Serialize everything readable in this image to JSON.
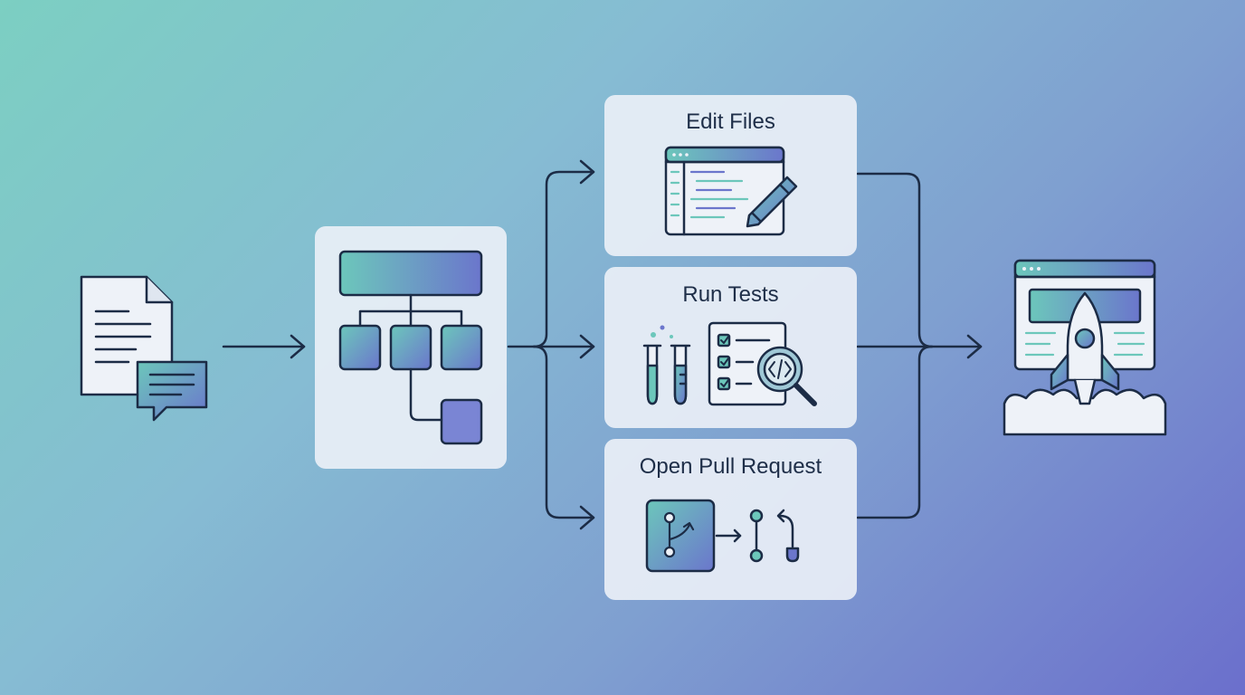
{
  "colors": {
    "stroke": "#1c2c46",
    "teal": "#6cc7bb",
    "violet": "#6b76cc",
    "paper": "#eef2f8",
    "card": "#ecf1f7"
  },
  "steps": [
    {
      "title": "Edit Files",
      "icon": "code-editor-pencil-icon"
    },
    {
      "title": "Run Tests",
      "icon": "test-tubes-checklist-magnifier-icon"
    },
    {
      "title": "Open Pull Request",
      "icon": "git-branch-merge-icon"
    }
  ],
  "nodes": {
    "input": {
      "icon": "document-chat-icon"
    },
    "plan": {
      "icon": "task-hierarchy-icon"
    },
    "output": {
      "icon": "browser-rocket-launch-icon"
    }
  }
}
